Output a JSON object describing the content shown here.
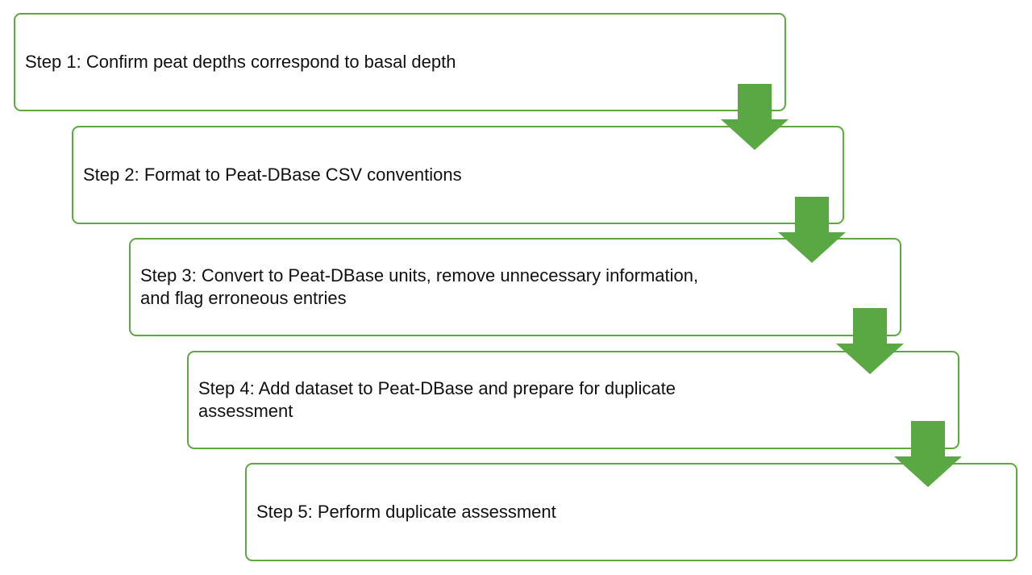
{
  "colors": {
    "box_border": "#5fa83f",
    "arrow_fill": "#5aa843",
    "text": "#111111",
    "background": "#ffffff"
  },
  "steps": [
    {
      "label": "Step 1: Confirm peat depths correspond to basal depth"
    },
    {
      "label": "Step 2: Format to Peat-DBase CSV conventions"
    },
    {
      "label": "Step 3: Convert to Peat-DBase units, remove unnecessary information, and flag erroneous entries"
    },
    {
      "label": "Step 4: Add dataset to Peat-DBase and prepare for duplicate assessment"
    },
    {
      "label": "Step 5: Perform duplicate assessment"
    }
  ],
  "connectors": [
    {
      "icon": "down-arrow-icon",
      "from": 1,
      "to": 2
    },
    {
      "icon": "down-arrow-icon",
      "from": 2,
      "to": 3
    },
    {
      "icon": "down-arrow-icon",
      "from": 3,
      "to": 4
    },
    {
      "icon": "down-arrow-icon",
      "from": 4,
      "to": 5
    }
  ]
}
